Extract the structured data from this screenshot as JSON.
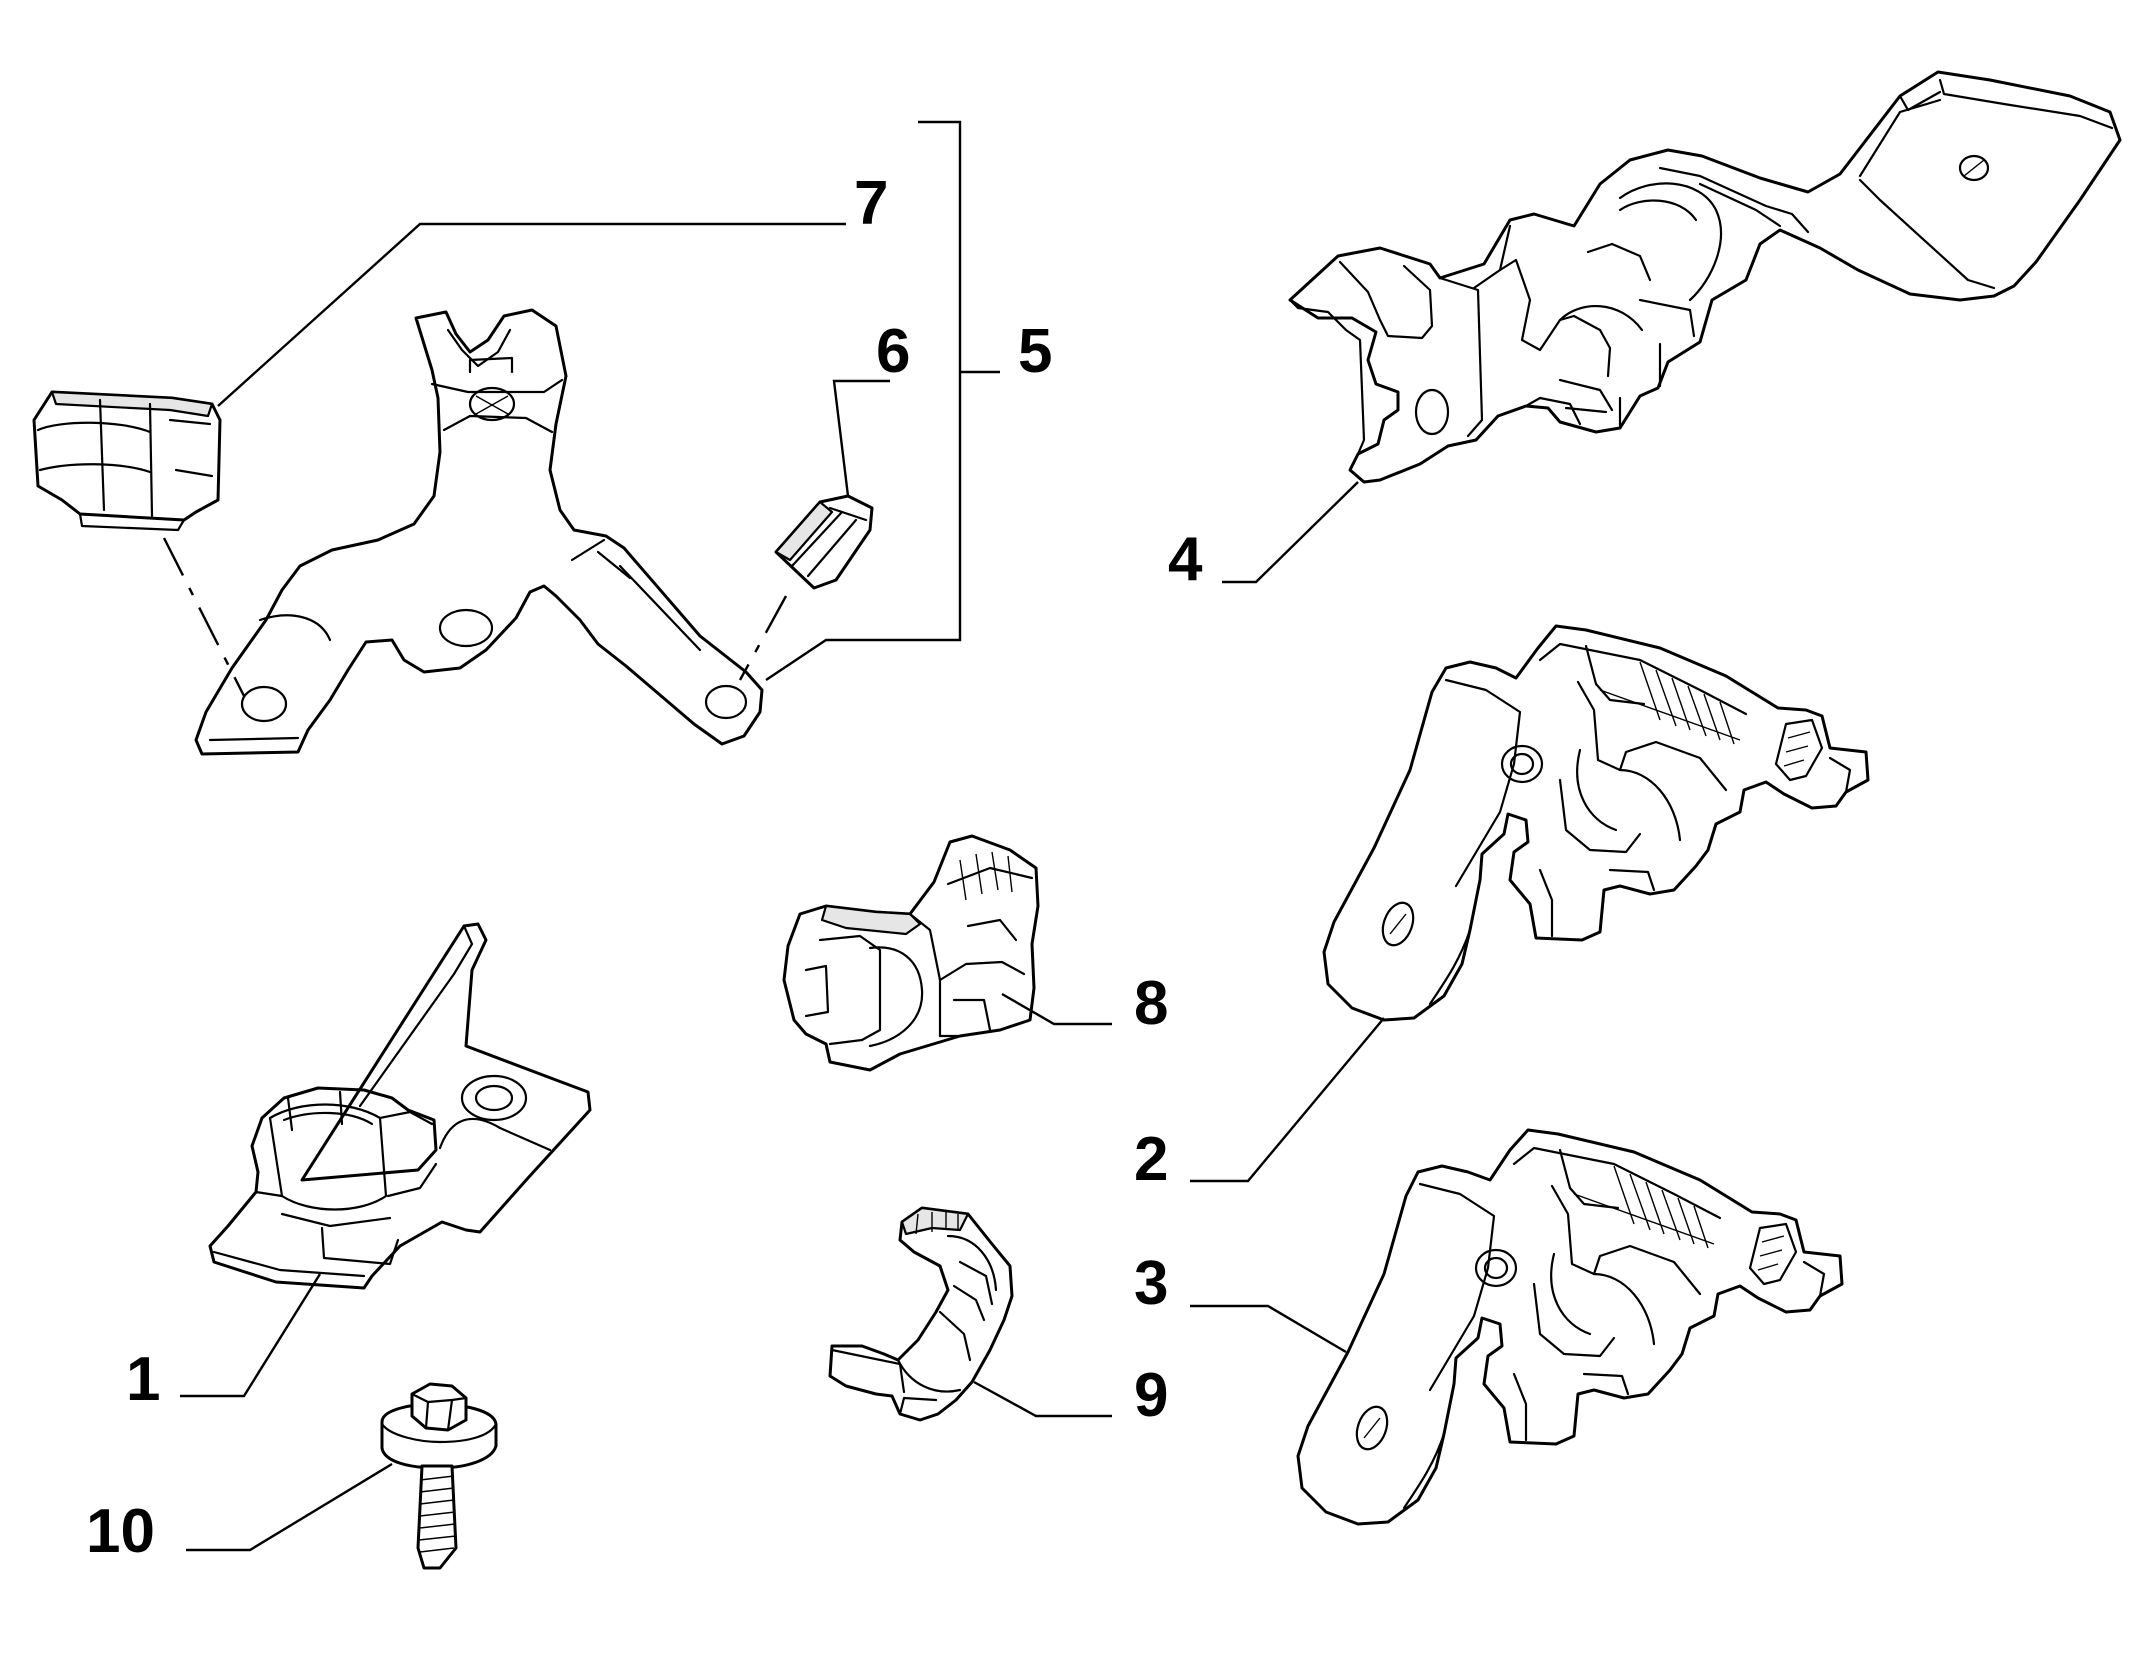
{
  "callouts": {
    "c1": "1",
    "c2": "2",
    "c3": "3",
    "c4": "4",
    "c5": "5",
    "c6": "6",
    "c7": "7",
    "c8": "8",
    "c9": "9",
    "c10": "10"
  },
  "colors": {
    "line": "#000000",
    "background": "#ffffff",
    "shade": "#e6e6e6"
  }
}
